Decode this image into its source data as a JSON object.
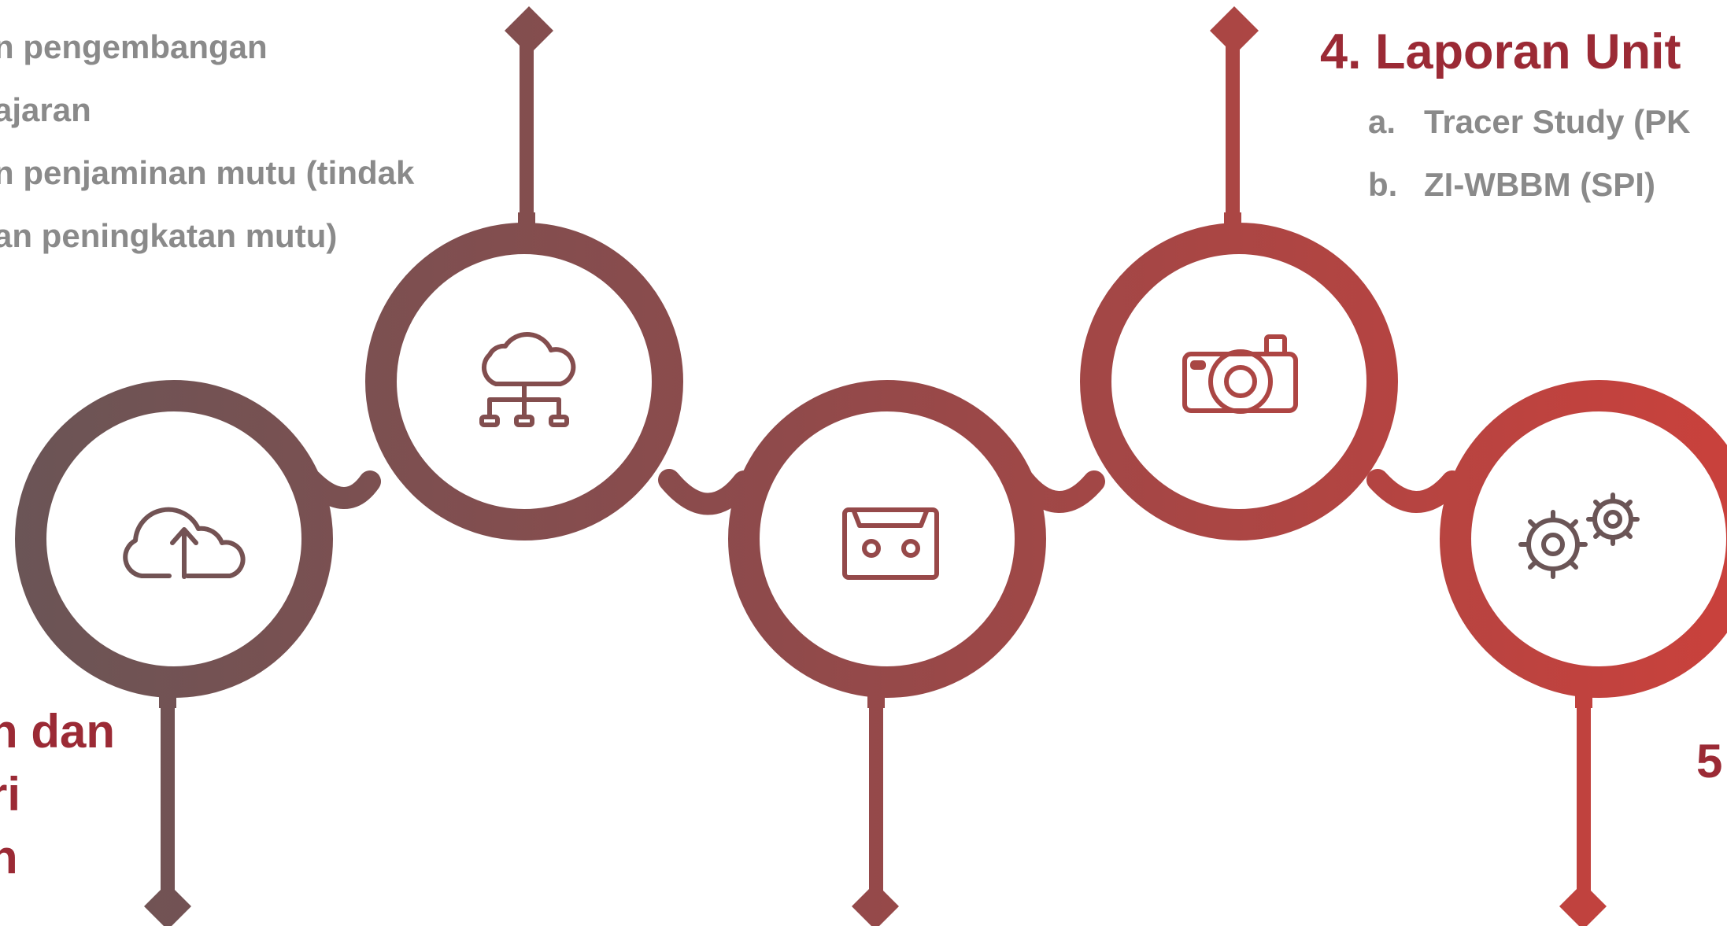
{
  "colors": {
    "gradient_start": "#6a5556",
    "gradient_end": "#c9413c",
    "heading_red": "#9b2a35",
    "body_grey": "#8a8a8a"
  },
  "top_left_lines": [
    "n pengembangan",
    "ajaran",
    "n penjaminan mutu (tindak",
    "an peningkatan mutu)"
  ],
  "top_right": {
    "title": "4. Laporan Unit",
    "items": [
      {
        "marker": "a.",
        "text": "Tracer Study (PK"
      },
      {
        "marker": "b.",
        "text": "ZI-WBBM (SPI)"
      }
    ]
  },
  "bottom_left_lines": [
    "n dan",
    "ri",
    "n"
  ],
  "bottom_right_text": "5",
  "nodes": [
    {
      "icon": "cloud-upload-icon"
    },
    {
      "icon": "cloud-network-icon"
    },
    {
      "icon": "cassette-tape-icon"
    },
    {
      "icon": "camera-icon"
    },
    {
      "icon": "gears-icon"
    }
  ]
}
